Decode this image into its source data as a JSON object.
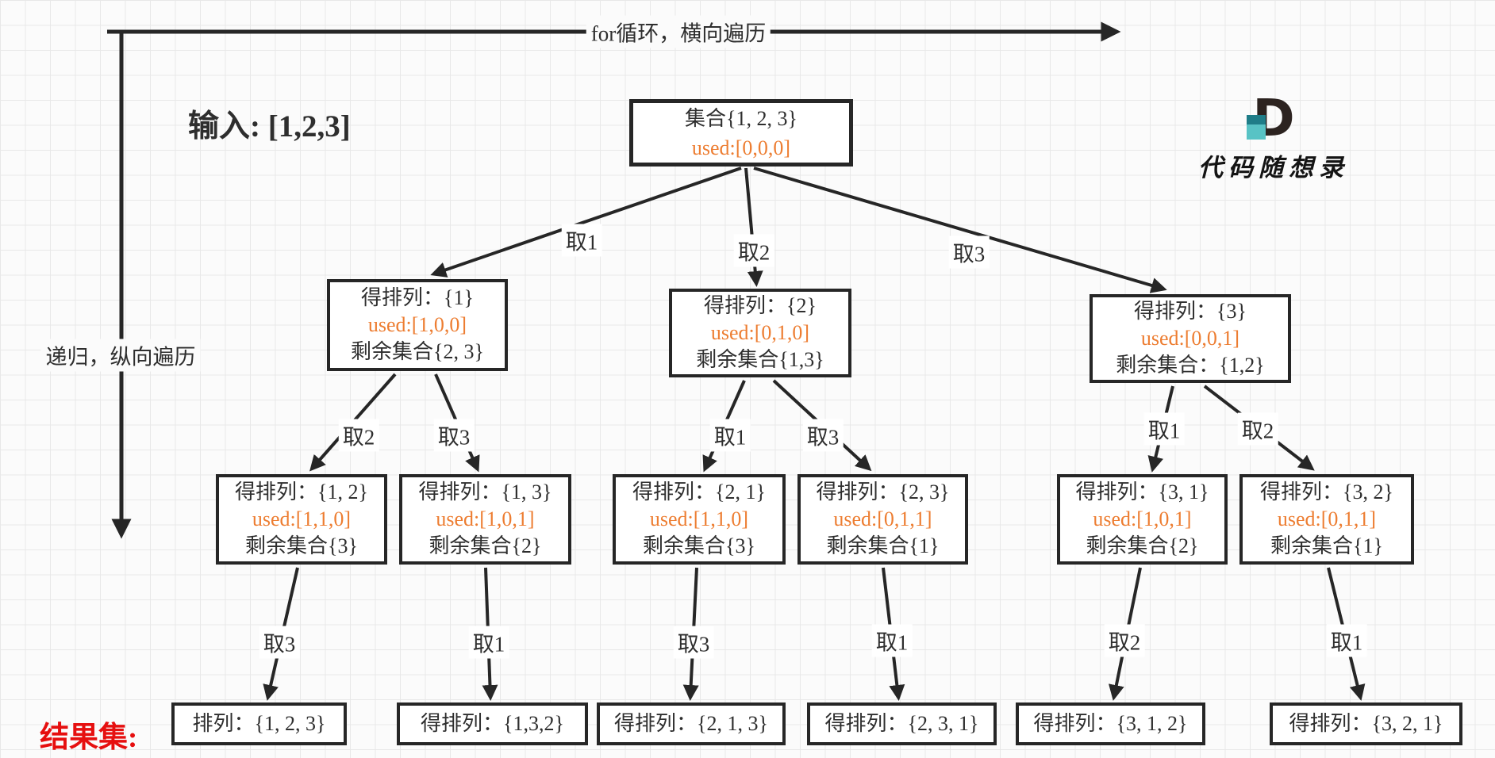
{
  "annotations": {
    "top_arrow_label": "for循环，横向遍历",
    "left_arrow_label": "递归，纵向遍历",
    "input_label": "输入: [1,2,3]",
    "results_label": "结果集:"
  },
  "logo": {
    "letter": "D",
    "brand": "代码随想录"
  },
  "colors": {
    "line": "#262626",
    "used_highlight": "#ED7D31",
    "results_red": "#e60f0f",
    "logo_teal": "#58c3c5"
  },
  "tree": {
    "root": {
      "set": "集合{1, 2, 3}",
      "used": "used:[0,0,0]"
    },
    "branch_labels_level1": [
      "取1",
      "取2",
      "取3"
    ],
    "level2": [
      {
        "perm": "得排列：{1}",
        "used": "used:[1,0,0]",
        "remaining": "剩余集合{2, 3}"
      },
      {
        "perm": "得排列：{2}",
        "used": "used:[0,1,0]",
        "remaining": "剩余集合{1,3}"
      },
      {
        "perm": "得排列：{3}",
        "used": "used:[0,0,1]",
        "remaining": "剩余集合：{1,2}"
      }
    ],
    "branch_labels_level2": [
      "取2",
      "取3",
      "取1",
      "取3",
      "取1",
      "取2"
    ],
    "level3": [
      {
        "perm": "得排列：{1, 2}",
        "used": "used:[1,1,0]",
        "remaining": "剩余集合{3}"
      },
      {
        "perm": "得排列：{1, 3}",
        "used": "used:[1,0,1]",
        "remaining": "剩余集合{2}"
      },
      {
        "perm": "得排列：{2, 1}",
        "used": "used:[1,1,0]",
        "remaining": "剩余集合{3}"
      },
      {
        "perm": "得排列：{2, 3}",
        "used": "used:[0,1,1]",
        "remaining": "剩余集合{1}"
      },
      {
        "perm": "得排列：{3, 1}",
        "used": "used:[1,0,1]",
        "remaining": "剩余集合{2}"
      },
      {
        "perm": "得排列：{3, 2}",
        "used": "used:[0,1,1]",
        "remaining": "剩余集合{1}"
      }
    ],
    "branch_labels_level3": [
      "取3",
      "取1",
      "取3",
      "取1",
      "取2",
      "取1"
    ],
    "results": [
      "排列：{1, 2, 3}",
      "得排列：{1,3,2}",
      "得排列：{2, 1, 3}",
      "得排列：{2, 3, 1}",
      "得排列：{3, 1, 2}",
      "得排列：{3, 2, 1}"
    ]
  }
}
